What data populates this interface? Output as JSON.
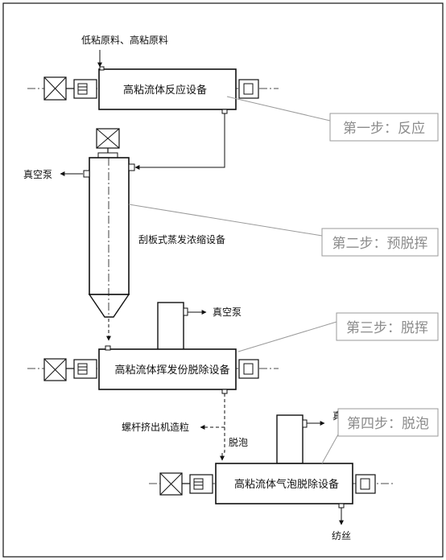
{
  "inputs": {
    "raw_material": "低粘原料、高粘原料"
  },
  "equipment": {
    "reactor": "高粘流体反应设备",
    "evaporator": "刮板式蒸发浓缩设备",
    "devol": "高粘流体挥发份脱除设备",
    "defoam": "高粘流体气泡脱除设备"
  },
  "labels": {
    "vacuum_pump": "真空泵",
    "pelletizer": "螺杆挤出机造粒",
    "defoam_short": "脱泡",
    "spinning": "纺丝"
  },
  "steps": [
    {
      "label": "第一步：反应"
    },
    {
      "label": "第二步：预脱挥"
    },
    {
      "label": "第三步：脱挥"
    },
    {
      "label": "第四步：脱泡"
    }
  ],
  "colors": {
    "line": "#111111",
    "step_box": "#9a9a9a",
    "step_text": "#8c8c8c"
  }
}
